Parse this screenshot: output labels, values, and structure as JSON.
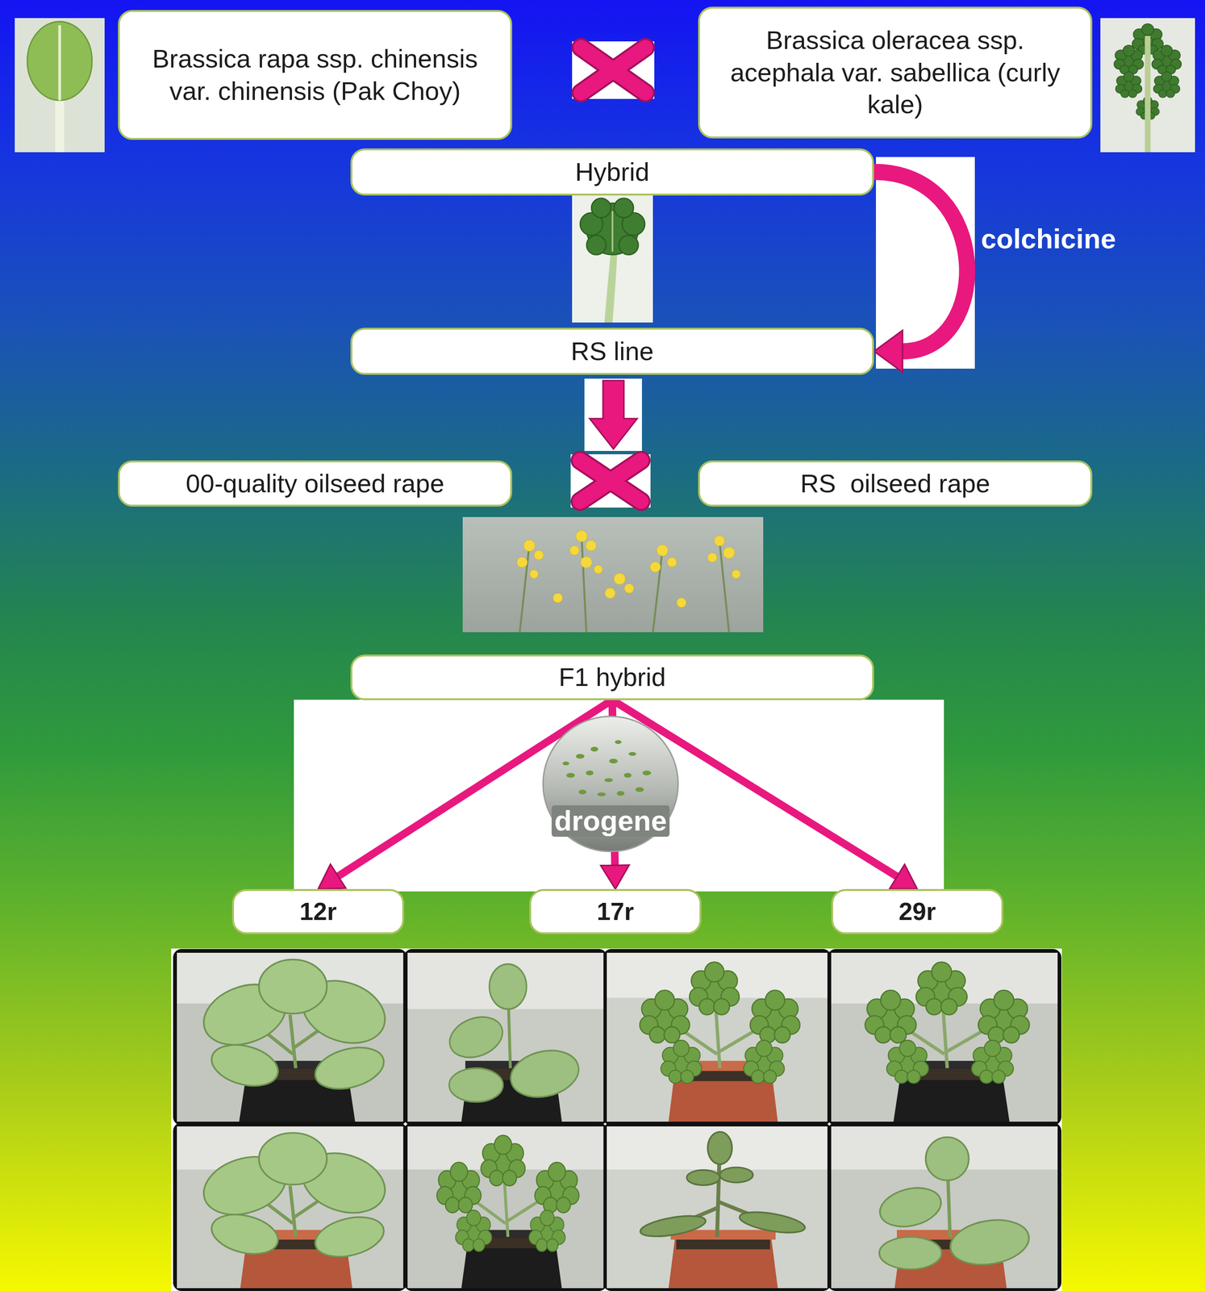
{
  "diagram": {
    "nodes": [
      {
        "text": [
          "Brassica rapa ssp. chinensis var. chinensis (Pak Choy)"
        ]
      },
      {
        "text": [
          "Brassica oleracea ssp. acephala var. sabellica (curly kale)"
        ]
      },
      {
        "text": [
          "Hybrid"
        ]
      },
      {
        "text": [
          "RS line"
        ]
      },
      {
        "text": [
          "00-quality oilseed rape"
        ]
      },
      {
        "text": [
          "RS  oilseed rape"
        ]
      },
      {
        "text": [
          "F1 hybrid"
        ]
      },
      {
        "text": [
          "12r"
        ]
      },
      {
        "text": [
          "17r"
        ]
      },
      {
        "text": [
          "29r"
        ]
      }
    ],
    "edges": [
      {
        "from": 2,
        "to": 3,
        "label": "colchicine",
        "arrow": "to"
      },
      {
        "from": 6,
        "to": 7,
        "arrow": "to"
      },
      {
        "from": 6,
        "to": 8,
        "arrow": "to"
      },
      {
        "from": 6,
        "to": 9,
        "arrow": "to"
      }
    ],
    "labels": [
      "drogene"
    ]
  }
}
